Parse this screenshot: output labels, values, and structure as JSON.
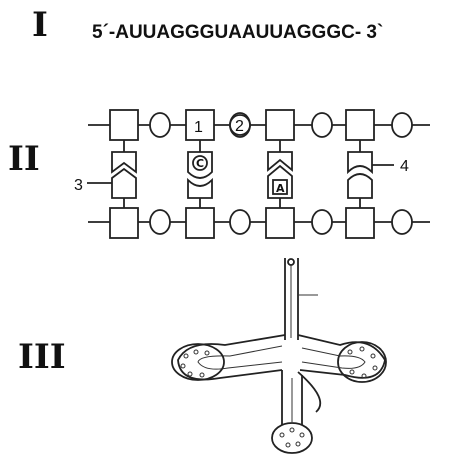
{
  "panels": {
    "i": {
      "numeral": "I",
      "sequence": "5´-AUUAGGGUAAUUAGGGC- 3`"
    },
    "ii": {
      "numeral": "II",
      "labels": [
        "1",
        "2",
        "3",
        "4"
      ],
      "bases": [
        "C",
        "A"
      ]
    },
    "iii": {
      "numeral": "III"
    }
  }
}
